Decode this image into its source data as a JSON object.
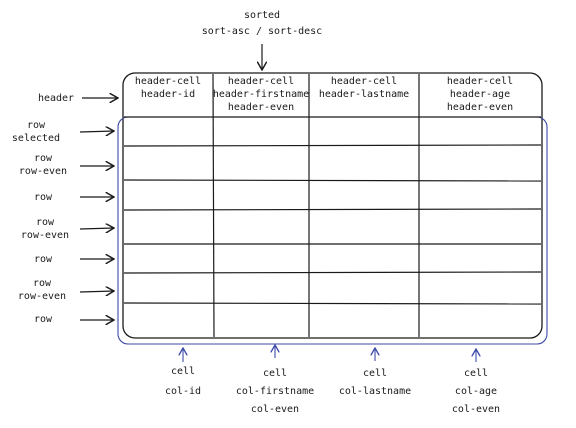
{
  "top_note": {
    "line1": "sorted",
    "line2": "sort-asc / sort-desc"
  },
  "header_cells": [
    {
      "lines": [
        "header-cell",
        "header-id"
      ]
    },
    {
      "lines": [
        "header-cell",
        "header-firstname",
        "header-even"
      ]
    },
    {
      "lines": [
        "header-cell",
        "header-lastname"
      ]
    },
    {
      "lines": [
        "header-cell",
        "header-age",
        "header-even"
      ]
    }
  ],
  "left_labels": [
    {
      "lines": [
        "header"
      ]
    },
    {
      "lines": [
        "row",
        "selected"
      ]
    },
    {
      "lines": [
        "row",
        "row-even"
      ]
    },
    {
      "lines": [
        "row"
      ]
    },
    {
      "lines": [
        "row",
        "row-even"
      ]
    },
    {
      "lines": [
        "row"
      ]
    },
    {
      "lines": [
        "row",
        "row-even"
      ]
    },
    {
      "lines": [
        "row"
      ]
    }
  ],
  "bottom_labels": [
    {
      "lines": [
        "cell",
        "col-id"
      ]
    },
    {
      "lines": [
        "cell",
        "col-firstname",
        "col-even"
      ]
    },
    {
      "lines": [
        "cell",
        "col-lastname"
      ]
    },
    {
      "lines": [
        "cell",
        "col-age",
        "col-even"
      ]
    }
  ],
  "colors": {
    "ink": "#1a1a1a",
    "accent": "#3c4aa8"
  }
}
